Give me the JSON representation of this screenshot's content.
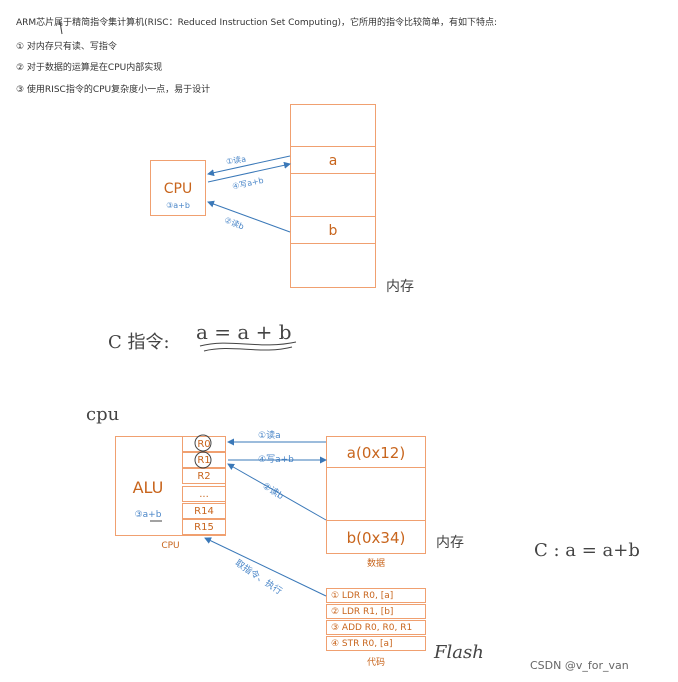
{
  "intro": {
    "line1": "ARM芯片属于精简指令集计算机(RISC：Reduced Instruction Set Computing)，它所用的指令比较简单，有如下特点:",
    "line2": "① 对内存只有读、写指令",
    "line3": "② 对于数据的运算是在CPU内部实现",
    "line4": "③ 使用RISC指令的CPU复杂度小一点，易于设计"
  },
  "diagram1": {
    "cpu_label": "CPU",
    "cpu_sub": "③a+b",
    "mem_a": "a",
    "mem_b": "b",
    "arrow_read_a": "①读a",
    "arrow_write": "④写a+b",
    "arrow_read_b": "②读b",
    "mem_caption": "内存",
    "c_instr": "C 指令:",
    "c_expr": "a = a + b"
  },
  "diagram2": {
    "cpu_handwritten": "cpu",
    "alu_label": "ALU",
    "alu_sub": "③a+b",
    "cpu_caption": "CPU",
    "registers": [
      "R0",
      "R1",
      "R2",
      "...",
      "R14",
      "R15"
    ],
    "mem_top": "a(0x12)",
    "mem_bottom": "b(0x34)",
    "data_caption": "数据",
    "mem_handwritten": "内存",
    "arrow_read_a": "①读a",
    "arrow_write": "④写a+b",
    "arrow_read_b": "②读b",
    "fetch_label": "取指令、执行",
    "code": [
      "① LDR  R0, [a]",
      "② LDR  R1, [b]",
      "③ ADD R0, R0, R1",
      "④ STR R0, [a]"
    ],
    "code_caption": "代码",
    "flash_label": "Flash",
    "c_note": "C :  a = a+b"
  },
  "watermark": "CSDN @v_for_van"
}
